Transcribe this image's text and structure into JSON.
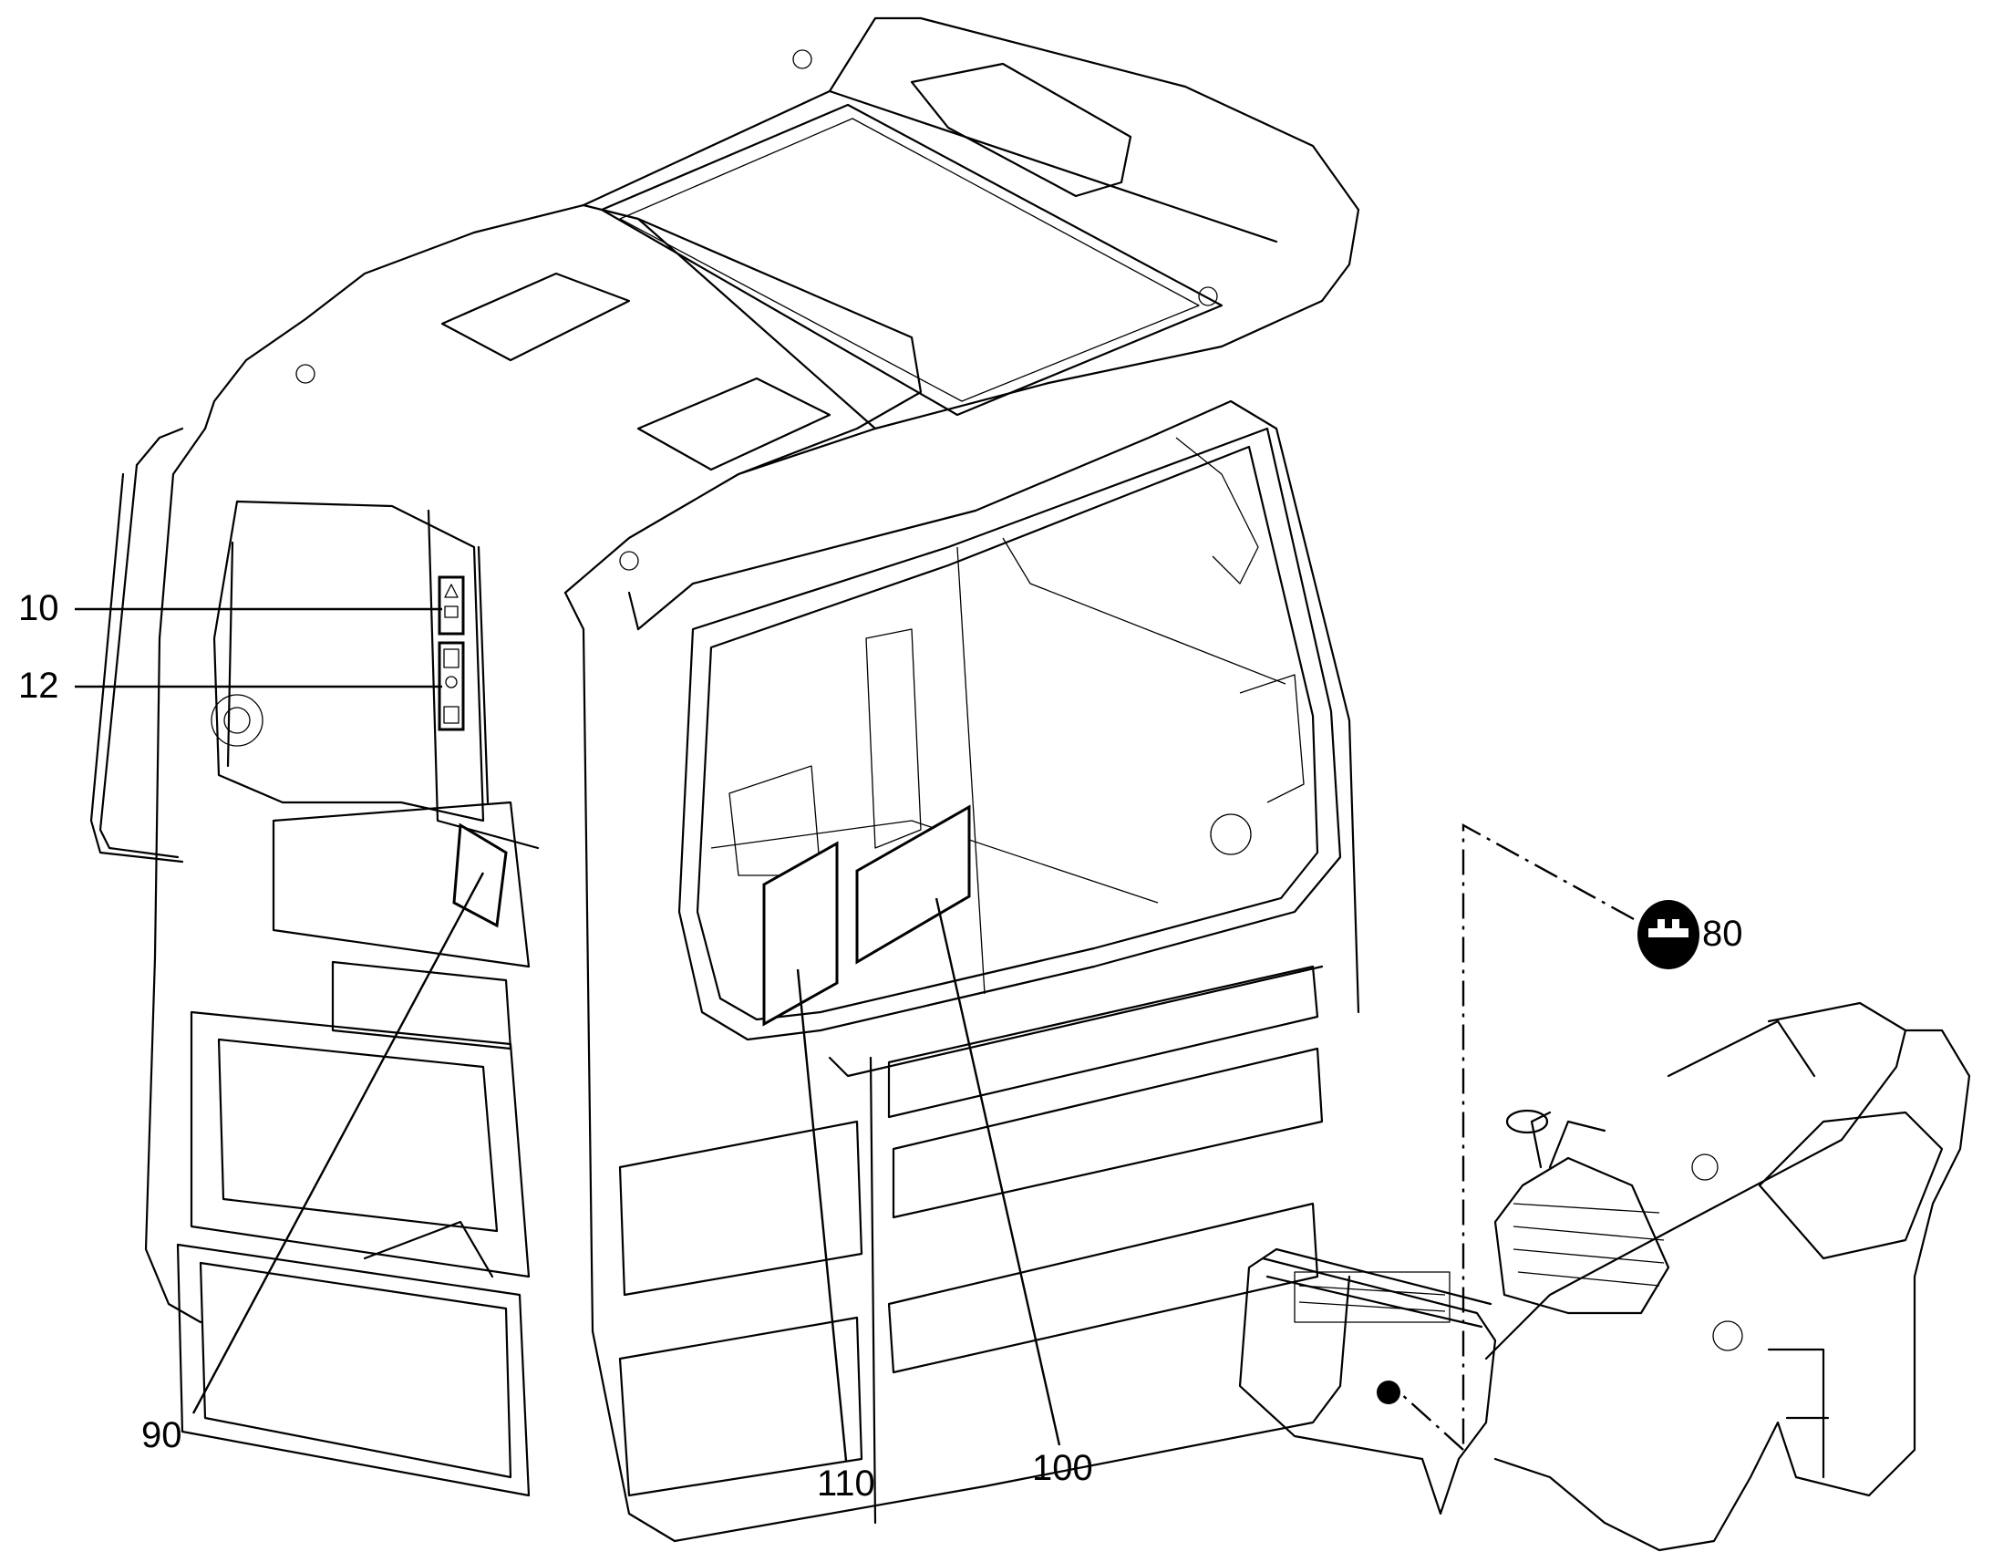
{
  "callouts": [
    {
      "id": "10",
      "text": "10"
    },
    {
      "id": "12",
      "text": "12"
    },
    {
      "id": "80",
      "text": "80"
    },
    {
      "id": "90",
      "text": "90"
    },
    {
      "id": "100",
      "text": "100"
    },
    {
      "id": "110",
      "text": "110"
    }
  ]
}
